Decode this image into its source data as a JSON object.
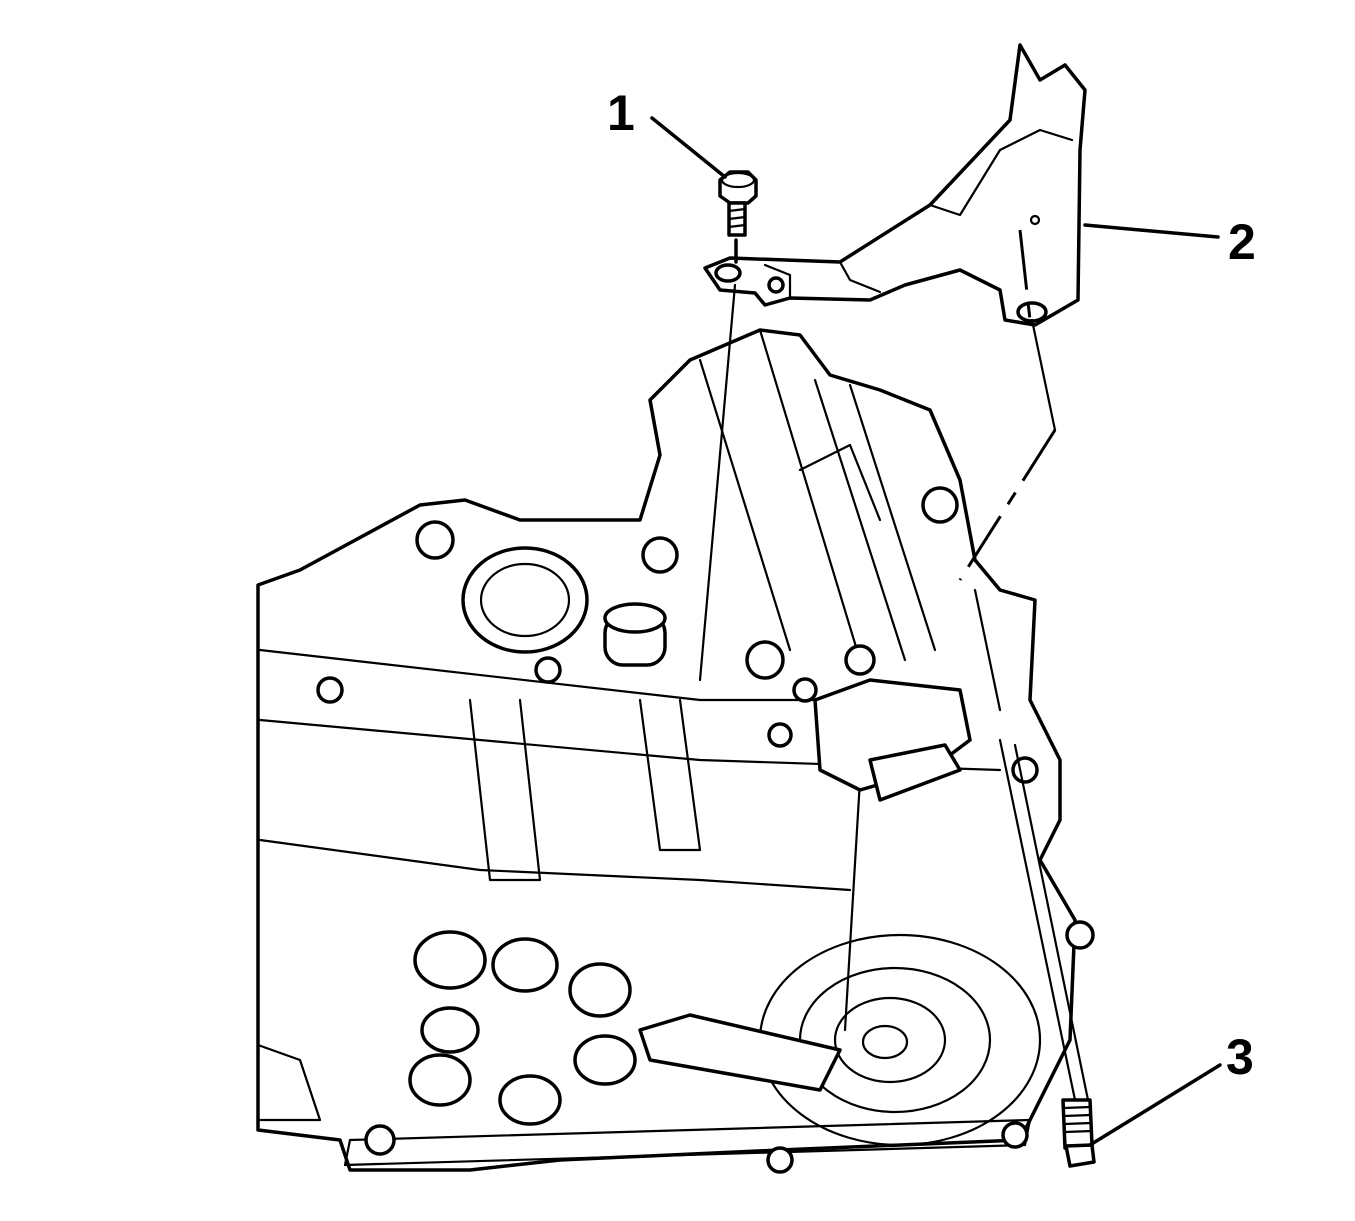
{
  "callouts": {
    "one": "1",
    "two": "2",
    "three": "3"
  },
  "parts": {
    "bolt_upper": "bolt-icon",
    "bracket": "bracket-icon",
    "bolt_lower": "bolt-icon",
    "transmission": "transmission-assembly-icon"
  },
  "colors": {
    "line": "#000000",
    "background": "#ffffff"
  }
}
